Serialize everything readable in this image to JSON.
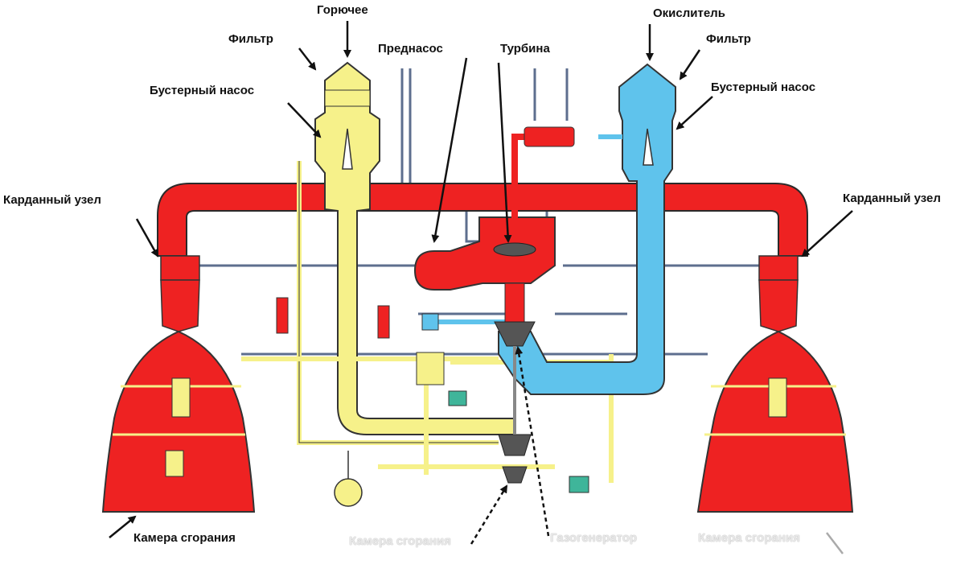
{
  "labels": {
    "fuel": "Горючее",
    "filter_left": "Фильтр",
    "booster_pump_left": "Бустерный насос",
    "gimbal_left": "Карданный узел",
    "prepump": "Преднасос",
    "turbine": "Турбина",
    "oxidizer": "Окислитель",
    "filter_right": "Фильтр",
    "booster_pump_right": "Бустерный насос",
    "gimbal_right": "Карданный узел",
    "combustion_chamber": "Камера сгорания",
    "pale_center": "Камера сгорания",
    "pale_right": "Газогенератор",
    "pale_far_right": "Камера сгорания"
  },
  "colors": {
    "fuel": "#f6f18a",
    "hot_gas": "#ee2222",
    "oxidizer": "#5fc3ec",
    "pipe_gray": "#6b7fa0",
    "outline": "#333333",
    "text": "#111111"
  }
}
